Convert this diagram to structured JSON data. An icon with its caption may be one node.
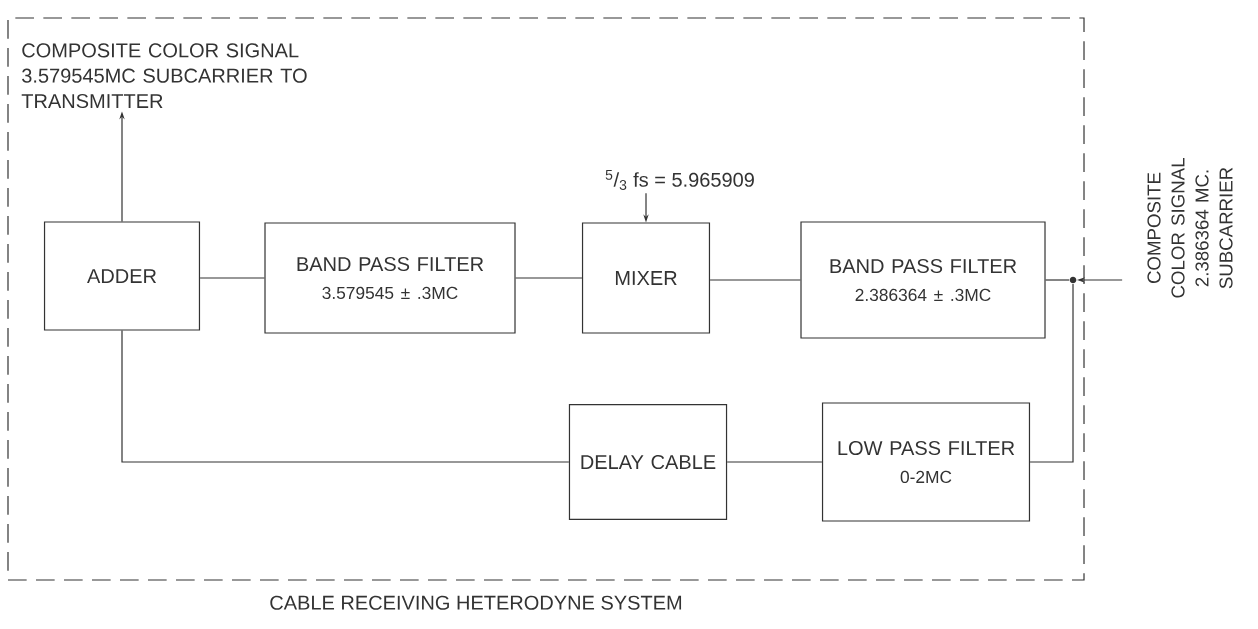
{
  "diagram": {
    "nodes": [
      {
        "text": [
          "CABLE RECEIVING HETERODYNE SYSTEM"
        ]
      },
      {
        "text": [
          "COMPOSITE COLOR SIGNAL 3.579545MC SUBCARRIER TO TRANSMITTER"
        ],
        "in": 0
      },
      {
        "text": [
          "ADDER"
        ],
        "in": 0
      },
      {
        "text": [
          "BAND PASS FILTER",
          "3.579545 ± .3MC"
        ],
        "in": 0
      },
      {
        "text": [
          "$^{5}$/$_{3}$ fs = 5.965909"
        ],
        "in": 0
      },
      {
        "text": [
          "MIXER"
        ],
        "in": 0
      },
      {
        "text": [
          "BAND PASS FILTER",
          "2.386364 ± .3MC"
        ],
        "in": 0
      },
      {
        "text": [
          "DELAY CABLE"
        ],
        "in": 0
      },
      {
        "text": [
          "LOW PASS FILTER",
          "0-2MC"
        ],
        "in": 0
      },
      {
        "text": [
          "COMPOSITE COLOR SIGNAL 2.386364 MC. SUBCARRIER"
        ]
      },
      {
        "text": [],
        "shape": "circle",
        "in": 0
      }
    ],
    "edges": [
      {
        "from": 2,
        "to": 1,
        "arrow": "to"
      },
      {
        "from": 4,
        "to": 5,
        "arrow": "to"
      },
      {
        "from": 6,
        "to": 5,
        "arrow": "none"
      },
      {
        "from": 5,
        "to": 3,
        "arrow": "none"
      },
      {
        "from": 3,
        "to": 2,
        "arrow": "none"
      },
      {
        "from": 8,
        "to": 7,
        "arrow": "none"
      },
      {
        "from": 7,
        "to": 2,
        "arrow": "none"
      },
      {
        "from": 9,
        "to": 10,
        "arrow": "to"
      },
      {
        "from": 10,
        "to": 6,
        "arrow": "none"
      },
      {
        "from": 10,
        "to": 8,
        "arrow": "none"
      }
    ]
  }
}
